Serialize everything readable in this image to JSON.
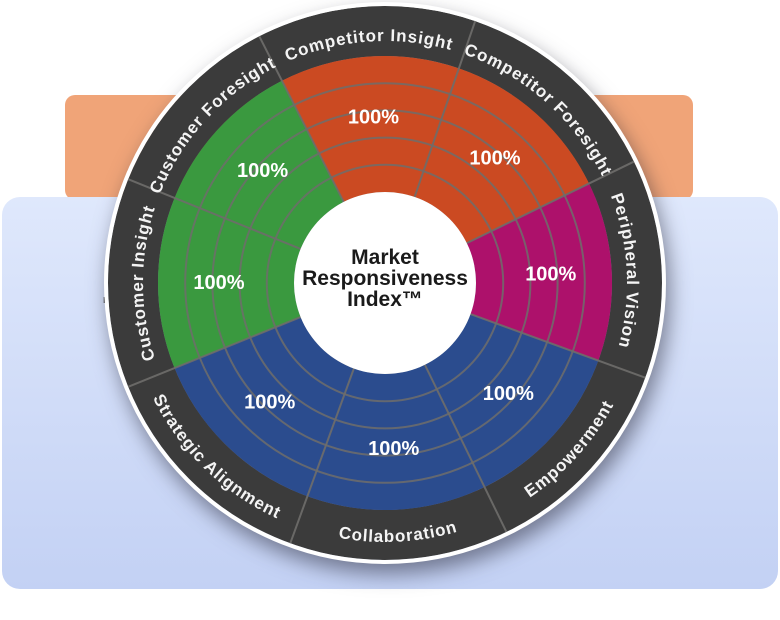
{
  "decor": {
    "orange_bar_color": "#f0a478",
    "panel_color_top": "#dfe8fc",
    "panel_color_bottom": "#c3d1f4",
    "stray_text": "nt"
  },
  "chart_data": {
    "type": "radial-wheel",
    "title": "Market Responsiveness Index™",
    "center_title_lines": [
      "Market",
      "Responsiveness",
      "Index™"
    ],
    "center_fill": "#ffffff",
    "center_text_color": "#1a1a1a",
    "ring_color": "#3b3b3b",
    "ring_text_color": "#f4f4f4",
    "rim_color": "#ffffff",
    "grid_color": "#6e6d6b",
    "value_text_color": "#ffffff",
    "grid_rings": 5,
    "segments": [
      {
        "label": "Competitor Insight",
        "value": "100%",
        "color": "#cb4a22",
        "start_angle_deg": 71,
        "end_angle_deg": 117,
        "label_angle_deg": 94
      },
      {
        "label": "Competitor Foresight",
        "value": "100%",
        "color": "#cb4a22",
        "start_angle_deg": 26,
        "end_angle_deg": 71,
        "label_angle_deg": 48.5
      },
      {
        "label": "Peripheral Vision",
        "value": "100%",
        "color": "#ad116b",
        "start_angle_deg": 340,
        "end_angle_deg": 386,
        "label_angle_deg": 3
      },
      {
        "label": "Empowerment",
        "value": "100%",
        "color": "#2b4c8e",
        "start_angle_deg": 296,
        "end_angle_deg": 340,
        "label_angle_deg": 318
      },
      {
        "label": "Collaboration",
        "value": "100%",
        "color": "#2b4c8e",
        "start_angle_deg": 250,
        "end_angle_deg": 296,
        "label_angle_deg": 273
      },
      {
        "label": "Strategic Alignment",
        "value": "100%",
        "color": "#2b4c8e",
        "start_angle_deg": 202,
        "end_angle_deg": 250,
        "label_angle_deg": 226
      },
      {
        "label": "Customer Insight",
        "value": "100%",
        "color": "#3a993f",
        "start_angle_deg": 158,
        "end_angle_deg": 202,
        "label_angle_deg": 180
      },
      {
        "label": "Customer Foresight",
        "value": "100%",
        "color": "#3a993f",
        "start_angle_deg": 117,
        "end_angle_deg": 158,
        "label_angle_deg": 137.5
      }
    ]
  }
}
